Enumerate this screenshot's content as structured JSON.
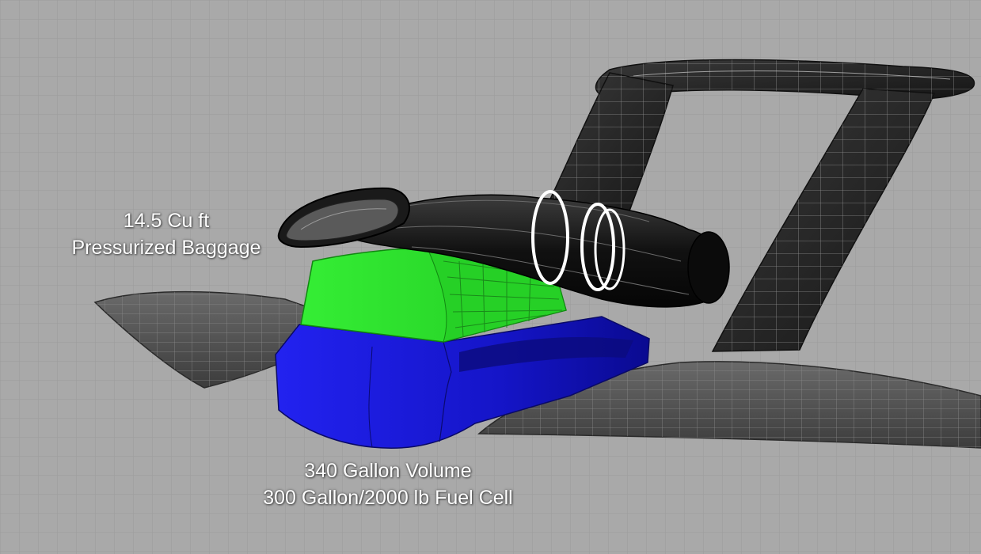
{
  "callouts": {
    "baggage": {
      "line1": "14.5 Cu ft",
      "line2": "Pressurized Baggage"
    },
    "fuel": {
      "line1": "340 Gallon Volume",
      "line2": "300 Gallon/2000 lb Fuel Cell"
    }
  },
  "colors": {
    "background": "#a9a9a9",
    "baggage_volume": "#2ee62e",
    "fuel_volume": "#1a1ae6",
    "airframe_dark": "#1e1e1e",
    "airframe_wing": "#4a4a4a",
    "label_text": "#ffffff"
  },
  "icons": {
    "component_parts": [
      "left-wing",
      "right-wing",
      "tail-fin",
      "tail-stabilizer",
      "engine-intake",
      "engine-duct",
      "baggage-volume",
      "fuel-cell-volume"
    ]
  }
}
